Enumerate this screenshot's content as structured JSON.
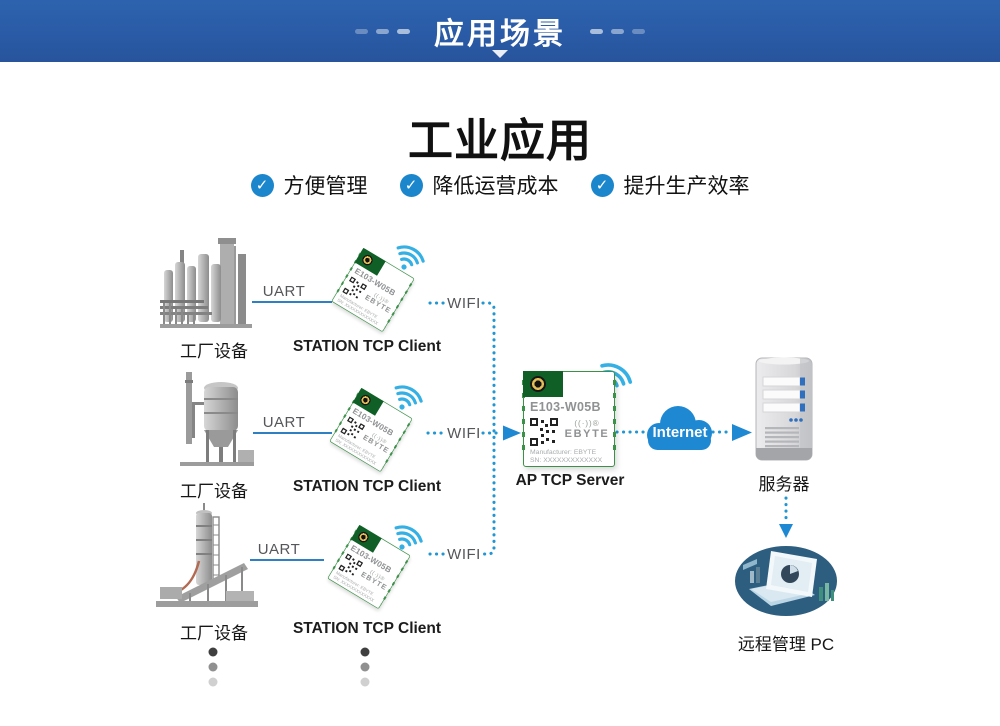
{
  "header": {
    "title": "应用场景"
  },
  "intro": {
    "title": "工业应用",
    "benefits": [
      "方便管理",
      "降低运营成本",
      "提升生产效率"
    ]
  },
  "module": {
    "name": "E103-W05B",
    "wifi_mark": "((·))®",
    "brand": "EBYTE",
    "manufacturer": "Manufacturer: EBYTE",
    "sn": "SN: XXXXXXXXXXXXX"
  },
  "diagram": {
    "rows": [
      {
        "device": "工厂设备",
        "bus": "UART",
        "role": "STATION TCP Client",
        "link": "WIFI"
      },
      {
        "device": "工厂设备",
        "bus": "UART",
        "role": "STATION TCP Client",
        "link": "WIFI"
      },
      {
        "device": "工厂设备",
        "bus": "UART",
        "role": "STATION TCP Client",
        "link": "WIFI"
      }
    ],
    "ap_role": "AP TCP Server",
    "cloud": "Internet",
    "server": "服务器",
    "pc": "远程管理 PC"
  },
  "colors": {
    "banner_blue": "#2a5ba6",
    "check_blue": "#1b86cb",
    "uart_line_blue": "#2f80c3",
    "dotted_blue": "#2196d3",
    "cloud_blue": "#1e88d2",
    "module_green": "#3c9149",
    "pc_navy": "#2d5e7f"
  }
}
